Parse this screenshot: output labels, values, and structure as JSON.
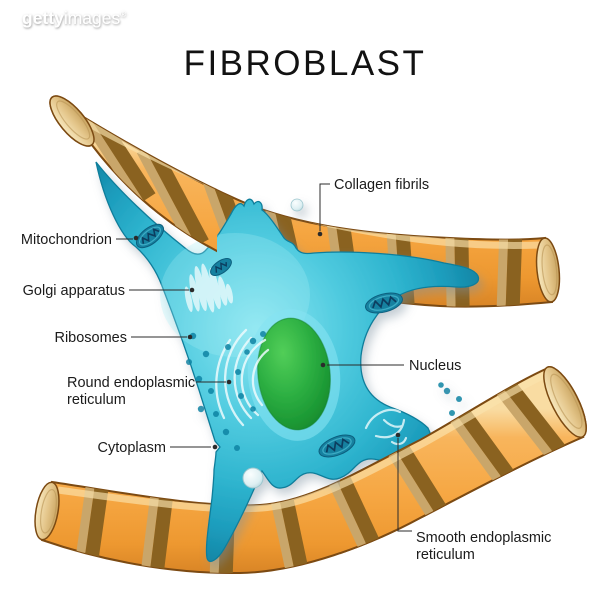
{
  "watermark": {
    "brand_bold": "getty",
    "brand_light": "images",
    "registered_mark": "®"
  },
  "header": {
    "title": "FIBROBLAST"
  },
  "labels": {
    "mitochondrion": "Mitochondrion",
    "golgi_apparatus": "Golgi apparatus",
    "ribosomes": "Ribosomes",
    "round_er_line1": "Round endoplasmic",
    "round_er_line2": "reticulum",
    "cytoplasm": "Cytoplasm",
    "collagen_fibrils": "Collagen fibrils",
    "nucleus": "Nucleus",
    "smooth_er_line1": "Smooth endoplasmic",
    "smooth_er_line2": "reticulum"
  },
  "colors": {
    "background": "#ffffff",
    "cell_teal_light": "#8FE7F2",
    "cell_teal_mid": "#2FB5CF",
    "cell_teal_dark": "#12809F",
    "nucleus_green_light": "#52CE58",
    "nucleus_green_dark": "#15852B",
    "fibril_orange": "#F6A743",
    "fibril_highlight": "#F9DCA2",
    "fibril_band_brown": "#8A6220",
    "fibril_band_tan": "#C9A66A",
    "fibril_outline": "#7C4A12",
    "organelle_white": "#E9FAFC",
    "label_text": "#1b1b1b"
  }
}
